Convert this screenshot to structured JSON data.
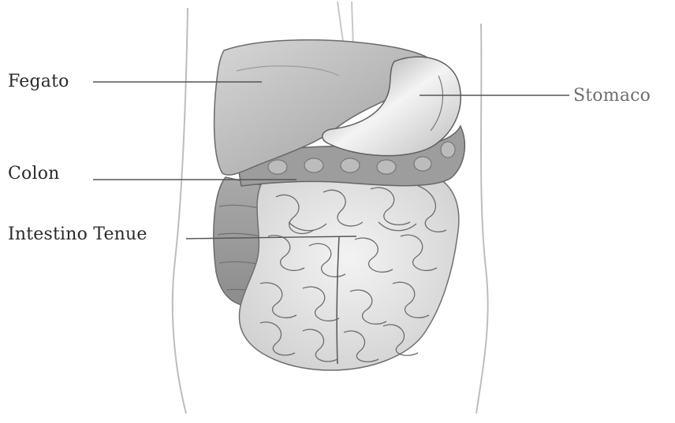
{
  "labels": {
    "fegato": "Fegato",
    "colon": "Colon",
    "intestino_tenue": "Intestino Tenue",
    "stomaco": "Stomaco"
  },
  "colors": {
    "background": "#ffffff",
    "organ_fill": "#c9c9c9",
    "organ_stroke": "#6a6a6a",
    "leader_line": "#555555"
  }
}
